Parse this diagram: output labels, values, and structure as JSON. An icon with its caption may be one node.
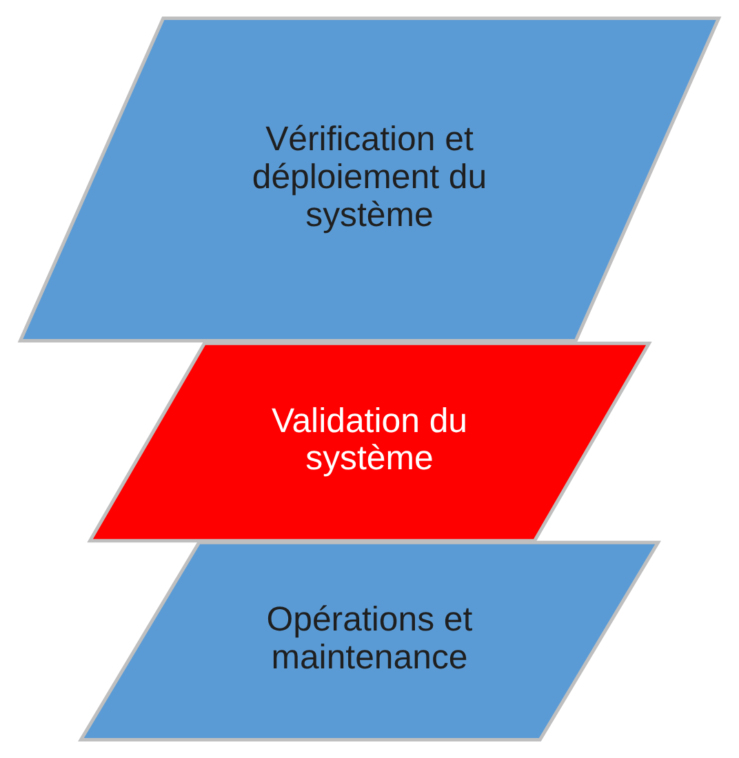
{
  "diagram": {
    "nodes": [
      {
        "text": [
          "Opérations et maintenance"
        ]
      },
      {
        "text": [
          "Validation du système"
        ]
      },
      {
        "text": [
          "Vérification et déploiement du système"
        ]
      }
    ]
  }
}
